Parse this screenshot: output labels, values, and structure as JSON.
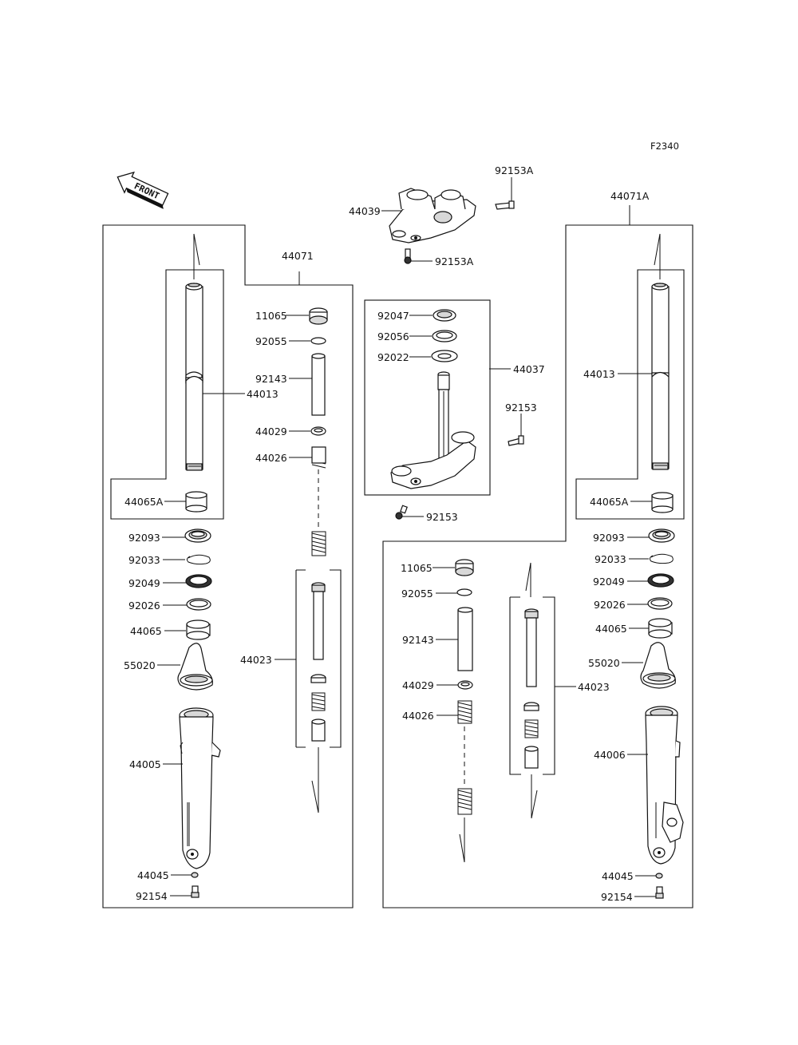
{
  "figure_code": "F2340",
  "front_label": "FRONT",
  "labels": {
    "l44071": "44071",
    "l44071A": "44071A",
    "l92153A_top": "92153A",
    "l44039": "44039",
    "l92153A_bot": "92153A",
    "l92047": "92047",
    "l92056": "92056",
    "l92022": "92022",
    "l44037": "44037",
    "l92153_a": "92153",
    "l92153_b": "92153",
    "left": {
      "l44013": "44013",
      "l44065A": "44065A",
      "l92093": "92093",
      "l92033": "92033",
      "l92049": "92049",
      "l92026": "92026",
      "l44065": "44065",
      "l55020": "55020",
      "l44005": "44005",
      "l44045": "44045",
      "l92154": "92154"
    },
    "left_inner": {
      "l11065": "11065",
      "l92055": "92055",
      "l92143": "92143",
      "l44029": "44029",
      "l44026": "44026",
      "l44023": "44023"
    },
    "right_inner": {
      "l11065": "11065",
      "l92055": "92055",
      "l92143": "92143",
      "l44029": "44029",
      "l44026": "44026",
      "l44023": "44023"
    },
    "right": {
      "l44013": "44013",
      "l44065A": "44065A",
      "l92093": "92093",
      "l92033": "92033",
      "l92049": "92049",
      "l92026": "92026",
      "l44065": "44065",
      "l55020": "55020",
      "l44006": "44006",
      "l44045": "44045",
      "l92154": "92154"
    }
  }
}
